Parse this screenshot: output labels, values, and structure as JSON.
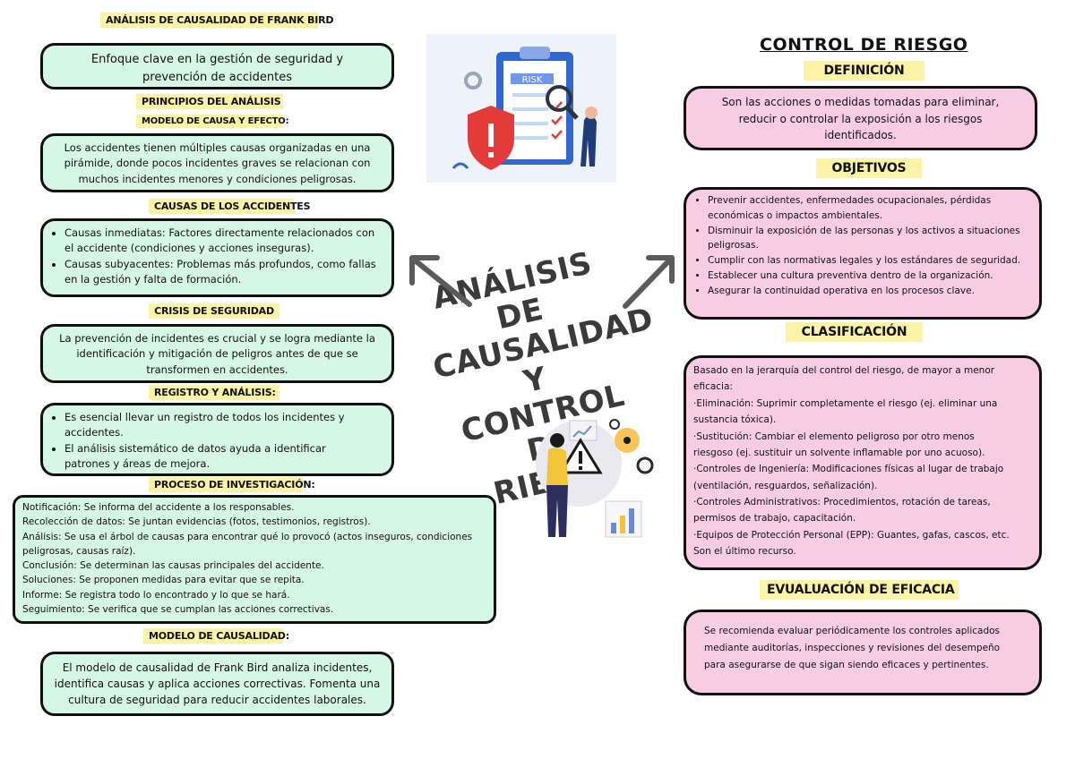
{
  "left": {
    "header": "ANÁLISIS DE CAUSALIDAD DE FRANK BIRD",
    "intro": [
      "Enfoque clave en la gestión de seguridad y",
      "prevención de accidentes"
    ],
    "principios_label": "PRINCIPIOS DEL ANÁLISIS",
    "modelo_label": "MODELO DE CAUSA Y EFECTO:",
    "modelo_text": [
      "Los accidentes tienen múltiples causas organizadas en una",
      "pirámide, donde pocos incidentes graves se relacionan con",
      "muchos incidentes menores y condiciones peligrosas."
    ],
    "causas_label": "CAUSAS DE LOS ACCIDENTES",
    "causas_items": [
      [
        "Causas inmediatas: Factores directamente relacionados con",
        "el accidente (condiciones y acciones inseguras)."
      ],
      [
        "Causas subyacentes: Problemas más profundos, como fallas",
        "en la gestión y falta de formación."
      ]
    ],
    "crisis_label": "CRISIS DE SEGURIDAD",
    "crisis_text": [
      "La prevención de incidentes es crucial y se logra mediante la",
      "identificación y mitigación de peligros antes de que se",
      "transformen en accidentes."
    ],
    "registro_label": "REGISTRO Y ANÁLISIS:",
    "registro_items": [
      [
        "Es esencial llevar un registro de todos los incidentes y",
        "accidentes."
      ],
      [
        "El análisis sistemático de datos ayuda a identificar",
        "patrones y áreas de mejora."
      ]
    ],
    "proceso_label": "PROCESO DE INVESTIGACIÓN:",
    "proceso_lines": [
      "Notificación: Se informa del accidente a los responsables.",
      "Recolección de datos: Se juntan evidencias (fotos, testimonios, registros).",
      "Análisis: Se usa el árbol de causas para encontrar qué lo provocó (actos inseguros, condiciones",
      "peligrosas, causas raíz).",
      "Conclusión: Se determinan las causas principales del accidente.",
      "Soluciones: Se proponen medidas para evitar que se repita.",
      "Informe: Se registra todo lo encontrado y lo que se hará.",
      "Seguimiento: Se verifica que se cumplan las acciones correctivas."
    ],
    "causalidad_label": "MODELO DE CAUSALIDAD:",
    "causalidad_text": [
      "El modelo de causalidad de Frank Bird analiza incidentes,",
      "identifica causas y aplica acciones correctivas. Fomenta una",
      "cultura de seguridad para reducir accidentes laborales."
    ]
  },
  "center": {
    "title_lines": [
      "ANÁLISIS DE",
      "CAUSALIDAD Y",
      "CONTROL DE",
      "RIESGO"
    ],
    "risk_word": "RISK"
  },
  "right": {
    "title": "CONTROL DE RIESGO",
    "definicion_label": "DEFINICIÓN",
    "definicion_text": [
      "Son las acciones o medidas tomadas para eliminar,",
      "reducir o controlar la exposición a los riesgos",
      "identificados."
    ],
    "objetivos_label": "OBJETIVOS",
    "objetivos_items": [
      [
        "Prevenir accidentes, enfermedades ocupacionales, pérdidas",
        "económicas o impactos ambientales."
      ],
      [
        "Disminuir la exposición de las personas y los activos a situaciones",
        "peligrosas."
      ],
      [
        "Cumplir con las normativas legales y los estándares de seguridad."
      ],
      [
        "Establecer una cultura preventiva dentro de la organización."
      ],
      [
        "Asegurar la continuidad operativa en los procesos clave."
      ]
    ],
    "clasificacion_label": "CLASIFICACIÓN",
    "clasificacion_lines": [
      "Basado en la jerarquía del control del riesgo, de mayor a menor",
      "eficacia:",
      "·Eliminación: Suprimir completamente el riesgo (ej. eliminar una",
      "sustancia tóxica).",
      "·Sustitución: Cambiar el elemento peligroso por otro menos",
      "riesgoso (ej. sustituir un solvente inflamable por uno acuoso).",
      "·Controles de Ingeniería: Modificaciones físicas al lugar de trabajo",
      "(ventilación, resguardos, señalización).",
      "·Controles Administrativos: Procedimientos, rotación de tareas,",
      "permisos de trabajo, capacitación.",
      "·Equipos de Protección Personal (EPP): Guantes, gafas, cascos, etc.",
      "Son el último recurso."
    ],
    "eficacia_label": "EVUALUACIÓN DE EFICACIA",
    "eficacia_text": [
      "Se recomienda evaluar periódicamente los controles aplicados",
      "mediante auditorías, inspecciones y revisiones del desempeño",
      "para asegurarse de que sigan siendo eficaces y pertinentes."
    ]
  },
  "colors": {
    "mint": "#d6f7e6",
    "pink": "#f8cde4",
    "label": "#fbf3a6",
    "title": "#3a3a3a"
  }
}
